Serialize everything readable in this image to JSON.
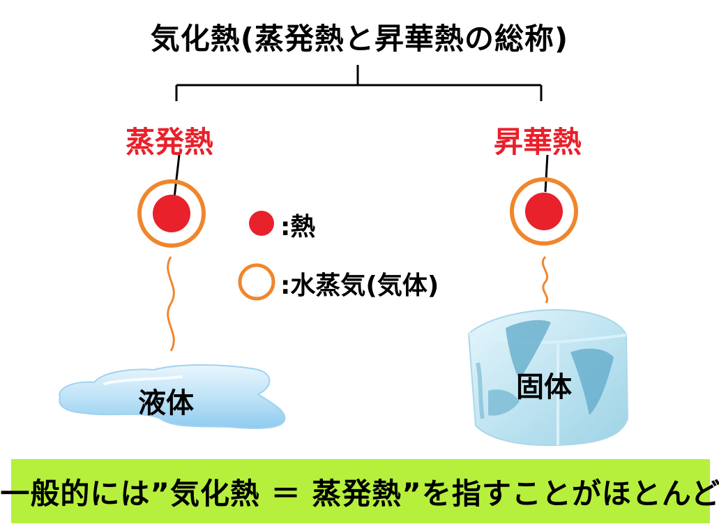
{
  "title": "気化熱(蒸発熱と昇華熱の総称)",
  "branches": {
    "left": {
      "label": "蒸発熱"
    },
    "right": {
      "label": "昇華熱"
    }
  },
  "legend": {
    "heat": {
      "label": ":熱"
    },
    "vapor": {
      "label": ":水蒸気(気体)"
    }
  },
  "states": {
    "liquid": "液体",
    "solid": "固体"
  },
  "banner": {
    "text": "一般的には”気化熱 ＝ 蒸発熱”を指すことがほとんど"
  },
  "colors": {
    "heat": "#e8212b",
    "vapor": "#f0862c",
    "label_red": "#e8212b",
    "banner_bg": "#b6f03c"
  }
}
